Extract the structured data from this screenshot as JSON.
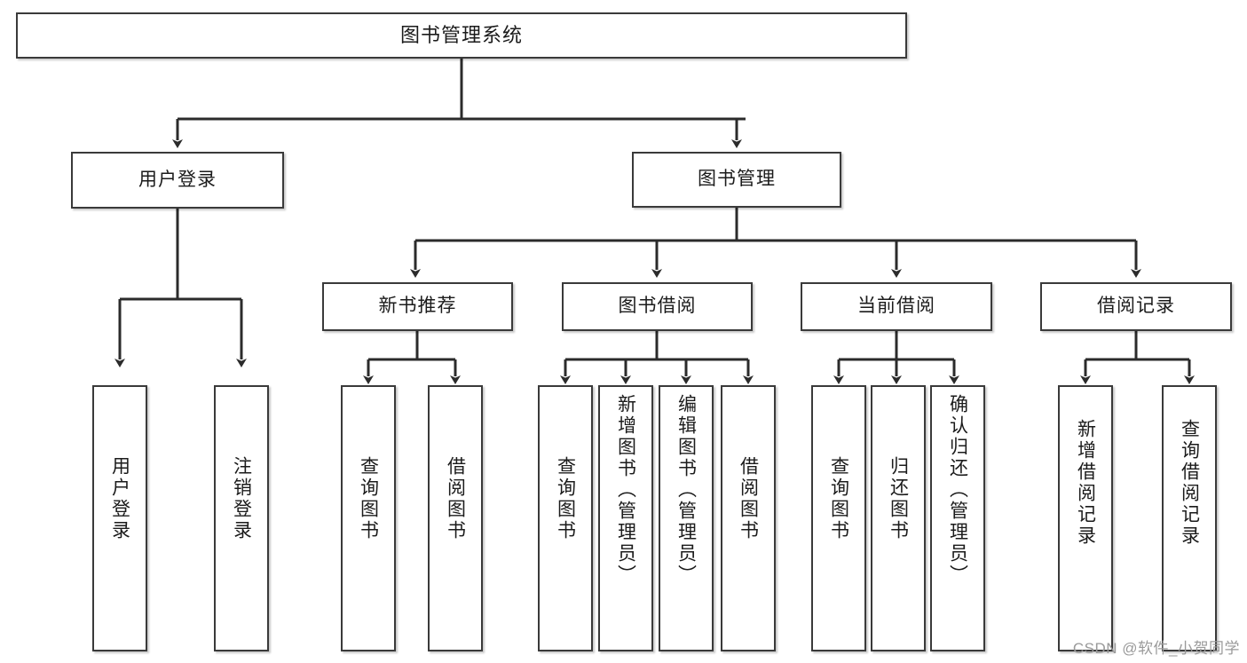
{
  "diagram": {
    "title": "图书管理系统",
    "type": "tree",
    "watermark": "CSDN @软件_小贺同学",
    "colors": {
      "box_border": "#3a3a3a",
      "box_fill": "#ffffff",
      "connector": "#2b2b2b",
      "text": "#1b1b1b",
      "watermark": "#9a9a9a"
    },
    "nodes": {
      "root": {
        "label": "图书管理系统"
      },
      "level1": [
        {
          "label": "用户登录"
        },
        {
          "label": "图书管理"
        }
      ],
      "level2": [
        {
          "label": "新书推荐"
        },
        {
          "label": "图书借阅"
        },
        {
          "label": "当前借阅"
        },
        {
          "label": "借阅记录"
        }
      ],
      "leaves": {
        "user_login": [
          {
            "label": "用户登录"
          },
          {
            "label": "注销登录"
          }
        ],
        "new_book": [
          {
            "label": "查询图书"
          },
          {
            "label": "借阅图书"
          }
        ],
        "book_borrow": [
          {
            "label": "查询图书"
          },
          {
            "label": "新增图书（管理员）"
          },
          {
            "label": "编辑图书（管理员）"
          },
          {
            "label": "借阅图书"
          }
        ],
        "current_borrow": [
          {
            "label": "查询图书"
          },
          {
            "label": "归还图书"
          },
          {
            "label": "确认归还（管理员）"
          }
        ],
        "borrow_record": [
          {
            "label": "新增借阅记录"
          },
          {
            "label": "查询借阅记录"
          }
        ]
      }
    }
  }
}
